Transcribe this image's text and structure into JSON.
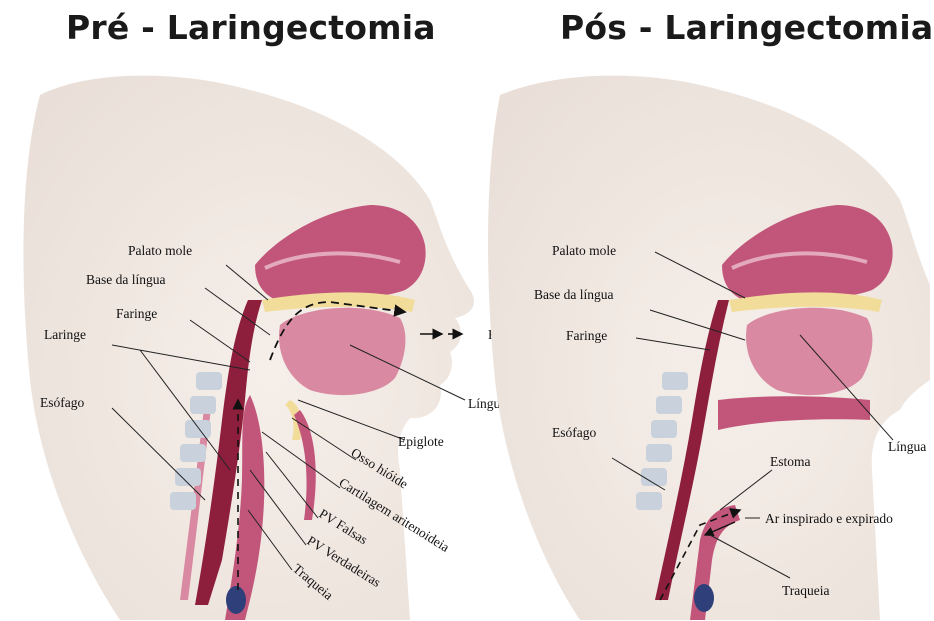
{
  "titles": {
    "pre": "Pré - Laringectomia",
    "pos": "Pós - Laringectomia"
  },
  "pre_labels": {
    "palato_mole": "Palato mole",
    "base_lingua": "Base da língua",
    "faringe": "Faringe",
    "laringe": "Laringe",
    "esofago": "Esófago",
    "fala": "Fala",
    "lingua": "Língua",
    "epiglote": "Epiglote",
    "osso_hioide": "Osso hióide",
    "cartilagem": "Cartilagem aritenoideia",
    "pv_falsas": "PV Falsas",
    "pv_verdadeiras": "PV Verdadeiras",
    "traqueia": "Traqueia"
  },
  "post_labels": {
    "palato_mole": "Palato mole",
    "base_lingua": "Base da língua",
    "faringe": "Faringe",
    "esofago": "Esófago",
    "lingua": "Língua",
    "estoma": "Estoma",
    "ar": "Ar inspirado e expirado",
    "traqueia": "Traqueia"
  },
  "colors": {
    "skin": "#f3ece6",
    "tissue": "#c2567a",
    "tissue_light": "#d98aa2",
    "airway": "#8e1f3c",
    "bone": "#f2dc9a",
    "vertebra": "#c9d1dc"
  }
}
